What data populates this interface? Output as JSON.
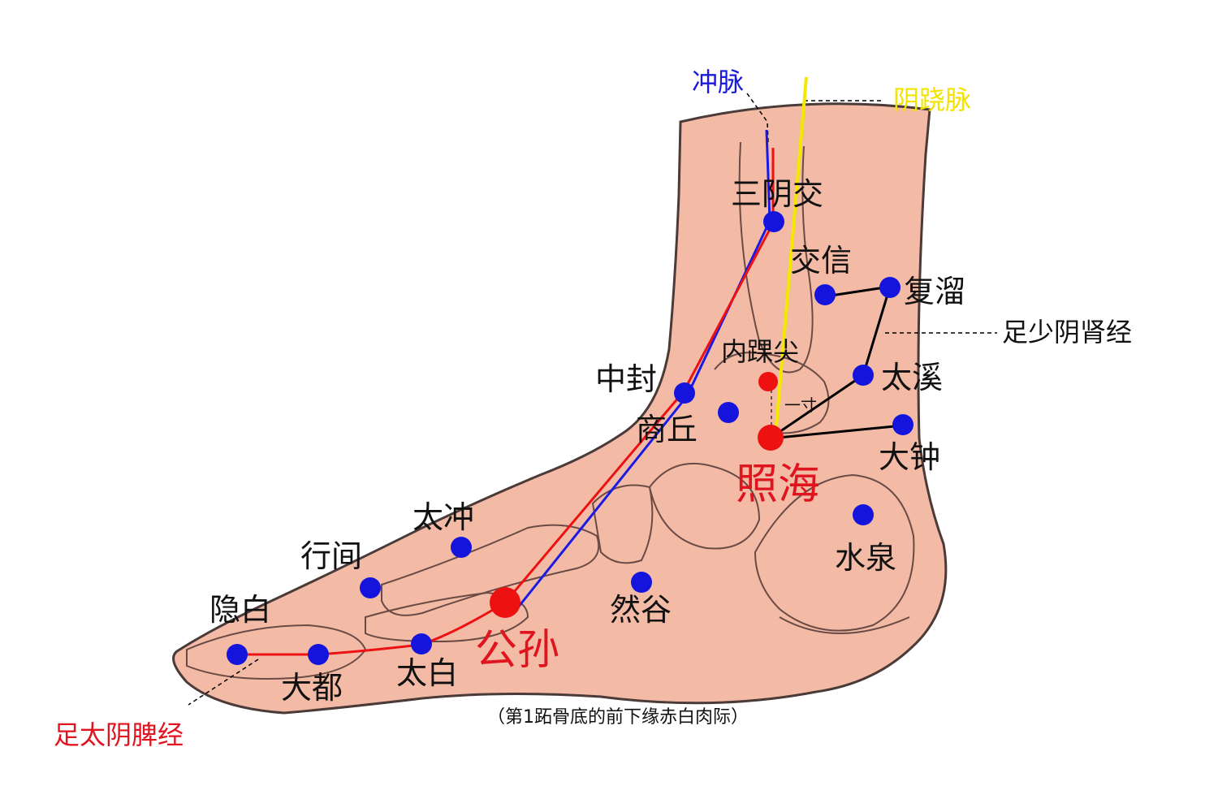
{
  "colors": {
    "spleen_meridian": "#ee1111",
    "chong_vessel": "#1a1ae6",
    "yinqiao_vessel": "#f5e800",
    "kidney_meridian": "#000000",
    "acupoint_blue": "#1414dd",
    "acupoint_red": "#ee1111",
    "skin_fill": "#f3bba6",
    "outline": "#4a3a38"
  },
  "meridian_labels": {
    "chong": "冲脉",
    "yinqiao": "阴跷脉",
    "kidney": "足少阴肾经",
    "spleen": "足太阴脾经"
  },
  "landmark": {
    "medial_malleolus": "内踝尖",
    "one_cun": "一寸"
  },
  "points": {
    "sanyinjiao": "三阴交",
    "jiaoxin": "交信",
    "fuliu": "复溜",
    "zhongfeng": "中封",
    "taixi": "太溪",
    "shangqiu": "商丘",
    "dazhong": "大钟",
    "zhaohai": "照海",
    "taichong": "太冲",
    "shuiquan": "水泉",
    "xingjian": "行间",
    "rangu": "然谷",
    "yinbai": "隐白",
    "gongsun": "公孙",
    "dadu": "大都",
    "taibai": "太白"
  },
  "note": "（第1跖骨底的前下缘赤白肉际）"
}
